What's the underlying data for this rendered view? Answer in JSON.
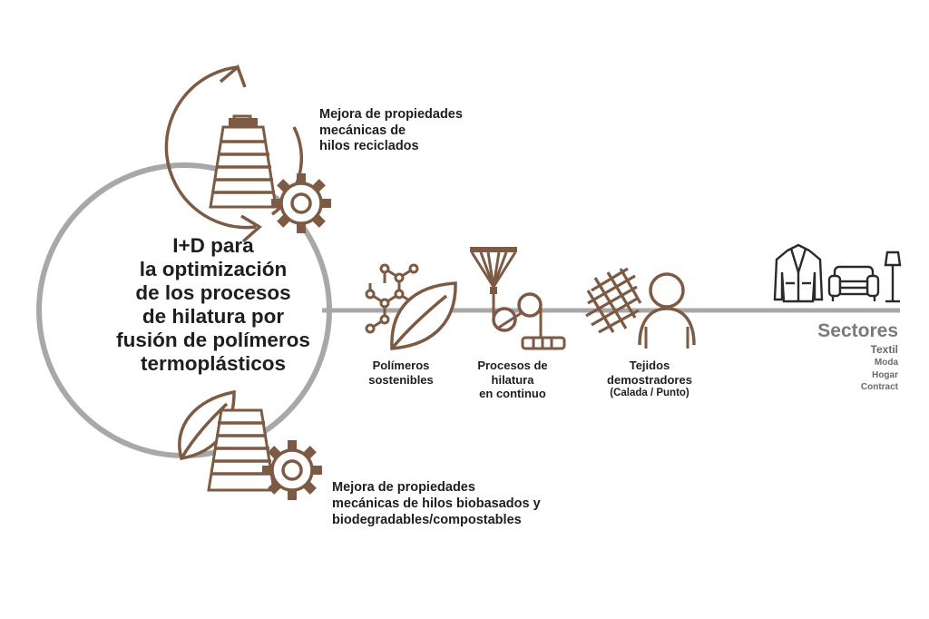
{
  "colors": {
    "brown": "#7d5a43",
    "gray": "#a8a8a8",
    "dark": "#1e1e1e",
    "sector_gray": "#7a7a7a"
  },
  "center_title": {
    "lines": [
      "I+D para",
      "la optimización",
      "de los procesos",
      "de hilatura por",
      "fusión de polímeros",
      "termoplásticos"
    ]
  },
  "top_caption": {
    "lines": [
      "Mejora de propiedades",
      "mecánicas de",
      "hilos reciclados"
    ]
  },
  "bottom_caption": {
    "lines": [
      "Mejora de propiedades",
      "mecánicas de hilos biobasados y",
      "biodegradables/compostables"
    ]
  },
  "steps": [
    {
      "lines": [
        "Polímeros",
        "sostenibles"
      ],
      "icon": "molecule-leaf-icon"
    },
    {
      "lines": [
        "Procesos de",
        "hilatura",
        "en continuo"
      ],
      "icon": "spinning-machine-icon"
    },
    {
      "lines": [
        "Tejidos",
        "demostradores",
        "(Calada / Punto)"
      ],
      "icon": "fabric-icon"
    }
  ],
  "sectors": {
    "title": "Sectores",
    "subtitle": "Textil",
    "items": [
      "Moda",
      "Hogar",
      "Contract"
    ],
    "icons": [
      "jacket-icon",
      "armchair-icon",
      "floor-lamp-icon"
    ]
  },
  "top_icon": "recycled-yarn-cone-icon",
  "bottom_icon": "biobased-yarn-cone-icon"
}
